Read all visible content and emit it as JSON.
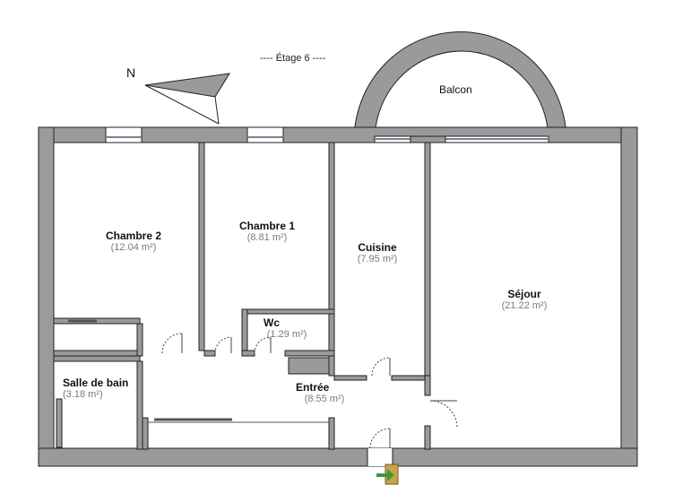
{
  "floor_label": "----  Étage 6  ----",
  "north_label": "N",
  "rooms": [
    {
      "name": "Chambre 2",
      "area": "(12.04 m²)"
    },
    {
      "name": "Chambre 1",
      "area": "(8.81 m²)"
    },
    {
      "name": "Cuisine",
      "area": "(7.95 m²)"
    },
    {
      "name": "Séjour",
      "area": "(21.22 m²)"
    },
    {
      "name": "Wc",
      "area": "(1.29 m²)"
    },
    {
      "name": "Salle de bain",
      "area": "(3.18 m²)"
    },
    {
      "name": "Entrée",
      "area": "(8.55 m²)"
    }
  ],
  "balcony_label": "Balcon",
  "colors": {
    "wall": "#9a9a9a",
    "wall_edge": "#222222",
    "window": "#7b7f96",
    "door_marker": "#3c9a3c"
  }
}
